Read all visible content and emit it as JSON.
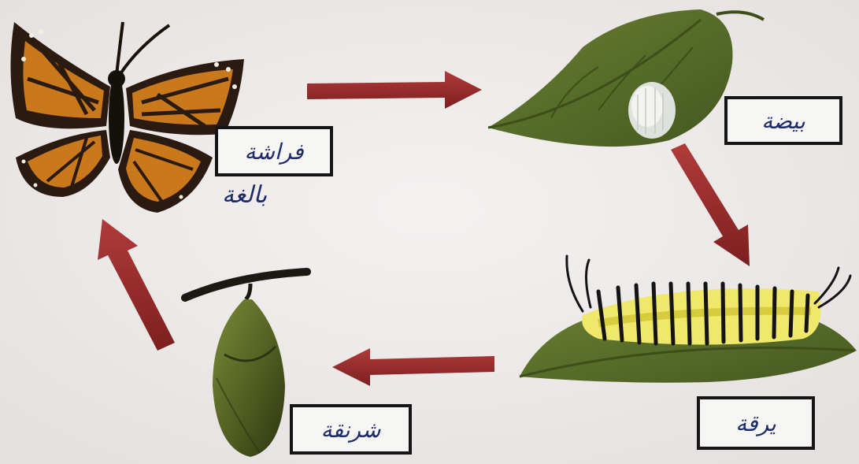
{
  "stages": {
    "egg": {
      "label": "بيضة"
    },
    "larva": {
      "label": "يرقة"
    },
    "pupa": {
      "label": "شرنقة"
    },
    "adult": {
      "label": "فراشة",
      "note": "بالغة"
    }
  },
  "colors": {
    "arrow": "#9c2a2a",
    "leaf": "#586f2a",
    "wing_orange": "#c9791c",
    "wing_dark": "#2a1a10",
    "caterpillar_yellow": "#f0e86a",
    "label_ink": "#1f2a6b"
  },
  "icons": [
    "butterfly-icon",
    "leaf-with-egg-icon",
    "caterpillar-on-leaf-icon",
    "chrysalis-icon",
    "arrow-icon"
  ]
}
